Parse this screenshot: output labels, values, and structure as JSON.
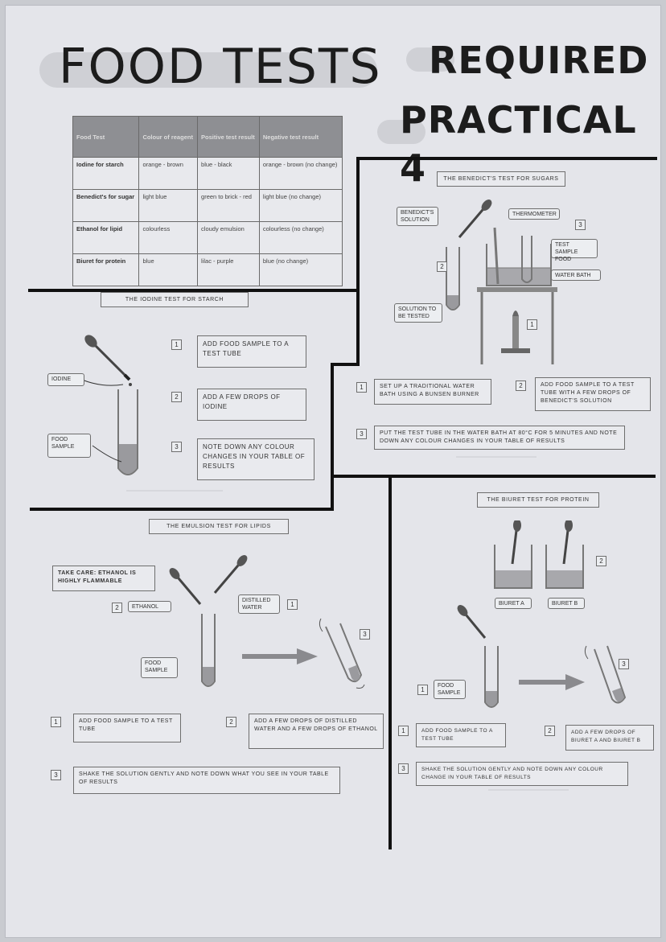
{
  "header": {
    "title_left": "FOOD TESTS",
    "title_right_line1": "REQUIRED",
    "title_right_line2": "PRACTICAL 4"
  },
  "food_table": {
    "headers": [
      "Food Test",
      "Colour of reagent",
      "Positive test result",
      "Negative test result"
    ],
    "rows": [
      [
        "Iodine for starch",
        "orange - brown",
        "blue - black",
        "orange - brown (no change)"
      ],
      [
        "Benedict's for sugar",
        "light blue",
        "green to brick - red",
        "light blue (no change)"
      ],
      [
        "Ethanol for lipid",
        "colourless",
        "cloudy emulsion",
        "colourless (no change)"
      ],
      [
        "Biuret for protein",
        "blue",
        "lilac - purple",
        "blue (no change)"
      ]
    ]
  },
  "iodine": {
    "title": "THE IODINE TEST FOR STARCH",
    "label_iodine": "IODINE",
    "label_food": "FOOD SAMPLE",
    "steps": [
      {
        "n": "1",
        "text": "ADD FOOD SAMPLE TO A TEST TUBE"
      },
      {
        "n": "2",
        "text": "ADD A FEW DROPS OF IODINE"
      },
      {
        "n": "3",
        "text": "NOTE DOWN ANY COLOUR CHANGES IN YOUR TABLE OF RESULTS"
      }
    ]
  },
  "benedicts": {
    "title": "THE BENEDICT'S TEST FOR SUGARS",
    "label_solution": "BENEDICT'S SOLUTION",
    "label_thermometer": "THERMOMETER",
    "label_test_sample": "TEST SAMPLE FOOD",
    "label_water_bath": "WATER BATH",
    "label_to_be_tested": "SOLUTION TO BE TESTED",
    "diagram_nums": [
      "1",
      "2",
      "3"
    ],
    "steps": [
      {
        "n": "1",
        "text": "SET UP A TRADITIONAL WATER BATH USING A BUNSEN BURNER"
      },
      {
        "n": "2",
        "text": "ADD FOOD SAMPLE TO A TEST TUBE WITH A FEW DROPS OF BENEDICT'S SOLUTION"
      },
      {
        "n": "3",
        "text": "PUT THE TEST TUBE IN THE WATER BATH AT 80°C FOR 5 MINUTES AND NOTE DOWN ANY COLOUR CHANGES IN YOUR TABLE OF RESULTS"
      }
    ]
  },
  "emulsion": {
    "title": "THE EMULSION TEST FOR LIPIDS",
    "warning": "TAKE CARE: ETHANOL IS HIGHLY FLAMMABLE",
    "label_ethanol": "ETHANOL",
    "label_water": "DISTILLED WATER",
    "label_food": "FOOD SAMPLE",
    "diagram_nums": [
      "1",
      "2",
      "3"
    ],
    "steps": [
      {
        "n": "1",
        "text": "ADD FOOD SAMPLE TO A TEST TUBE"
      },
      {
        "n": "2",
        "text": "ADD A FEW DROPS OF DISTILLED WATER AND A FEW DROPS OF ETHANOL"
      },
      {
        "n": "3",
        "text": "SHAKE THE SOLUTION GENTLY AND NOTE DOWN WHAT YOU SEE IN YOUR TABLE OF RESULTS"
      }
    ]
  },
  "biuret": {
    "title": "THE BIURET TEST FOR PROTEIN",
    "label_a": "BIURET A",
    "label_b": "BIURET B",
    "label_food": "FOOD SAMPLE",
    "diagram_nums": [
      "1",
      "2",
      "3"
    ],
    "steps": [
      {
        "n": "1",
        "text": "ADD FOOD SAMPLE TO A TEST TUBE"
      },
      {
        "n": "2",
        "text": "ADD A FEW DROPS OF BIURET A AND BIURET B"
      },
      {
        "n": "3",
        "text": "SHAKE THE SOLUTION GENTLY AND NOTE DOWN ANY COLOUR CHANGE IN YOUR TABLE OF RESULTS"
      }
    ]
  },
  "colors": {
    "paper": "#e4e5ea",
    "ink": "#111111",
    "table_header": "#8e8f93",
    "liquid": "#a0a0a4"
  }
}
